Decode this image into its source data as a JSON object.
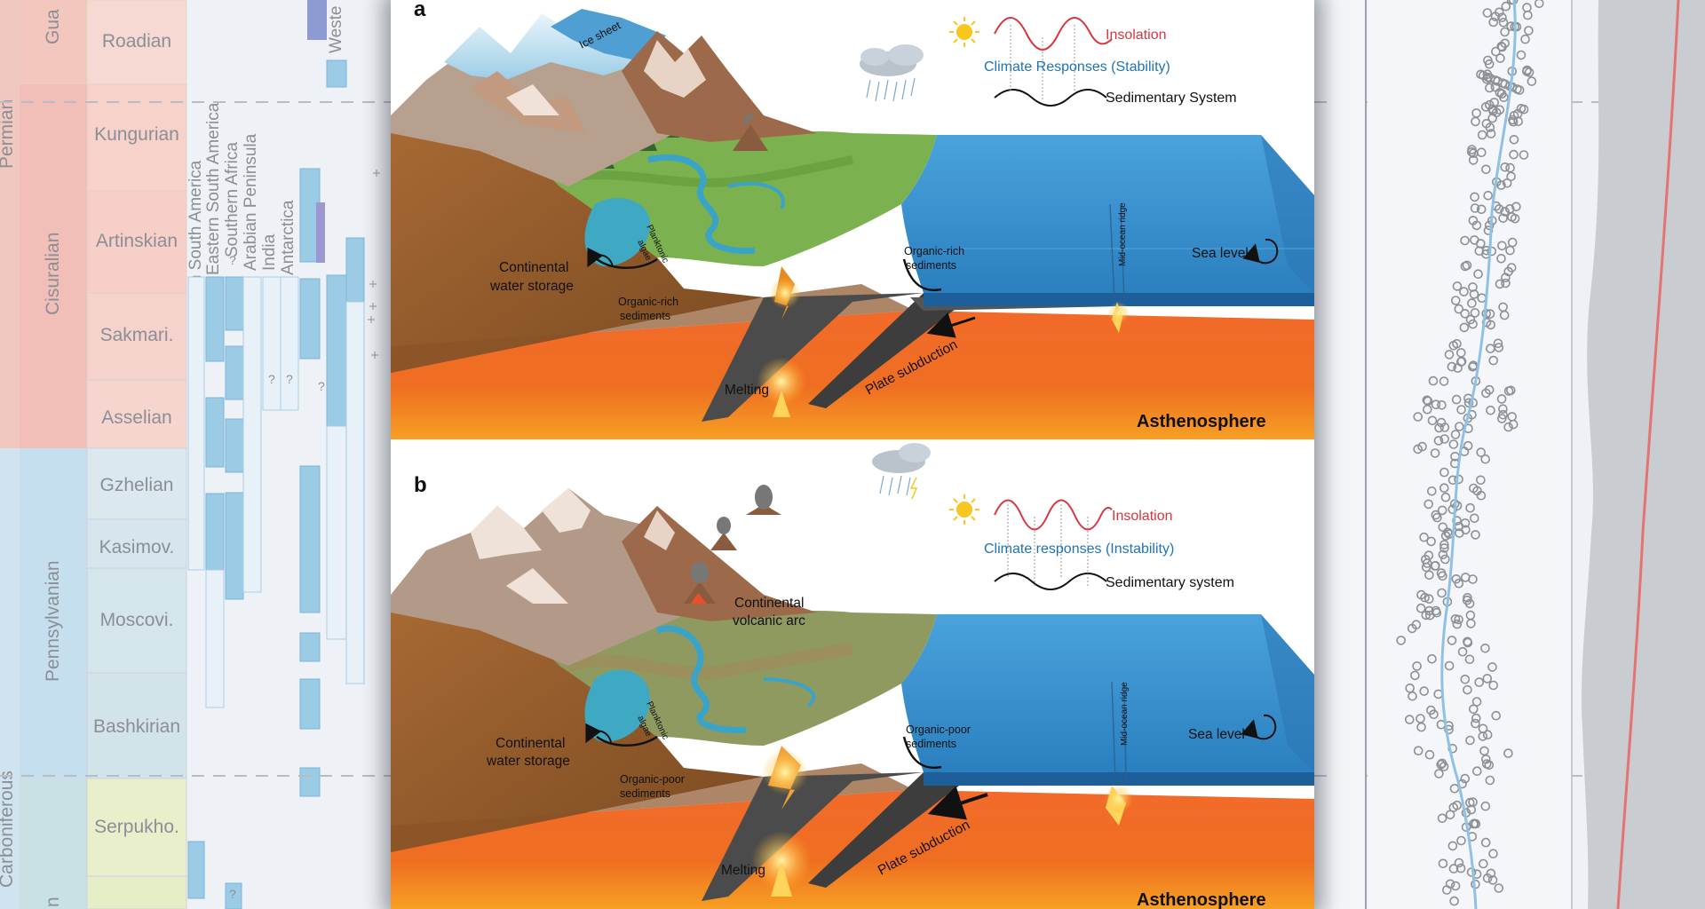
{
  "background_chart": {
    "periods": [
      "Permian",
      "Carboniferous"
    ],
    "series": [
      "Gua",
      "Cisuralian",
      "Pennsylvanian",
      "n"
    ],
    "stages": [
      "Roadian",
      "Kungurian",
      "Artinskian",
      "Sakmari.",
      "Asselian",
      "Gzhelian",
      "Kasimov.",
      "Moscovi.",
      "Bashkirian",
      "Serpukho."
    ],
    "regions": [
      "Western South America",
      "Eastern South America",
      "Southern Africa",
      "Arabian Peninsula",
      "India",
      "Antarctica"
    ],
    "top_right_region": "Weste",
    "question_mark": "?"
  },
  "panel_a": {
    "letter": "a",
    "legend": {
      "insolation": "Insolation",
      "climate": "Climate Responses (Stability)",
      "sedimentary": "Sedimentary System"
    },
    "labels": {
      "ice_sheet": "Ice sheet",
      "continental_water_1": "Continental",
      "continental_water_2": "water storage",
      "planktonic_1": "Planktonic",
      "planktonic_2": "algae",
      "organic_left_1": "Organic-rich",
      "organic_left_2": "sediments",
      "organic_right_1": "Organic-rich",
      "organic_right_2": "sediments",
      "mid_ocean_ridge": "Mid-ocean ridge",
      "sea_level": "Sea level",
      "melting": "Melting",
      "plate_subduction": "Plate subduction",
      "asthenosphere": "Asthenosphere"
    }
  },
  "panel_b": {
    "letter": "b",
    "legend": {
      "insolation": "Insolation",
      "climate": "Climate responses (Instability)",
      "sedimentary": "Sedimentary system"
    },
    "labels": {
      "volcanic_arc_1": "Continental",
      "volcanic_arc_2": "volcanic arc",
      "continental_water_1": "Continental",
      "continental_water_2": "water storage",
      "planktonic_1": "Planktonic",
      "planktonic_2": "algae",
      "organic_left_1": "Organic-poor",
      "organic_left_2": "sediments",
      "organic_right_1": "Organic-poor",
      "organic_right_2": "sediments",
      "mid_ocean_ridge": "Mid-ocean ridge",
      "sea_level": "Sea level",
      "melting": "Melting",
      "plate_subduction": "Plate subduction",
      "asthenosphere": "Asthenosphere"
    }
  },
  "colors": {
    "insolation": "#d9363e",
    "climate": "#1f73b7",
    "sedimentary": "#111111",
    "ocean": "#2f86c7",
    "mantle": "#e8501f",
    "land_green": "#6fa84a",
    "land_brown": "#a5683a"
  },
  "icons": [
    "sun-icon",
    "cloud-rain-icon",
    "cycle-arrow-icon"
  ]
}
